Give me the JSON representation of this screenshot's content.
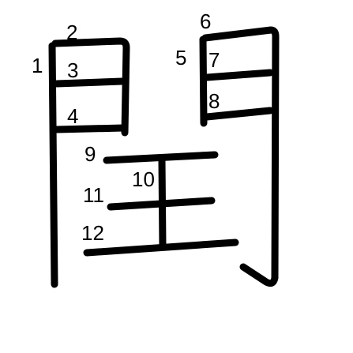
{
  "character": "閏",
  "stroke_color": "#000000",
  "background_color": "#ffffff",
  "stroke_numbers": [
    "1",
    "2",
    "3",
    "4",
    "5",
    "6",
    "7",
    "8",
    "9",
    "10",
    "11",
    "12"
  ]
}
